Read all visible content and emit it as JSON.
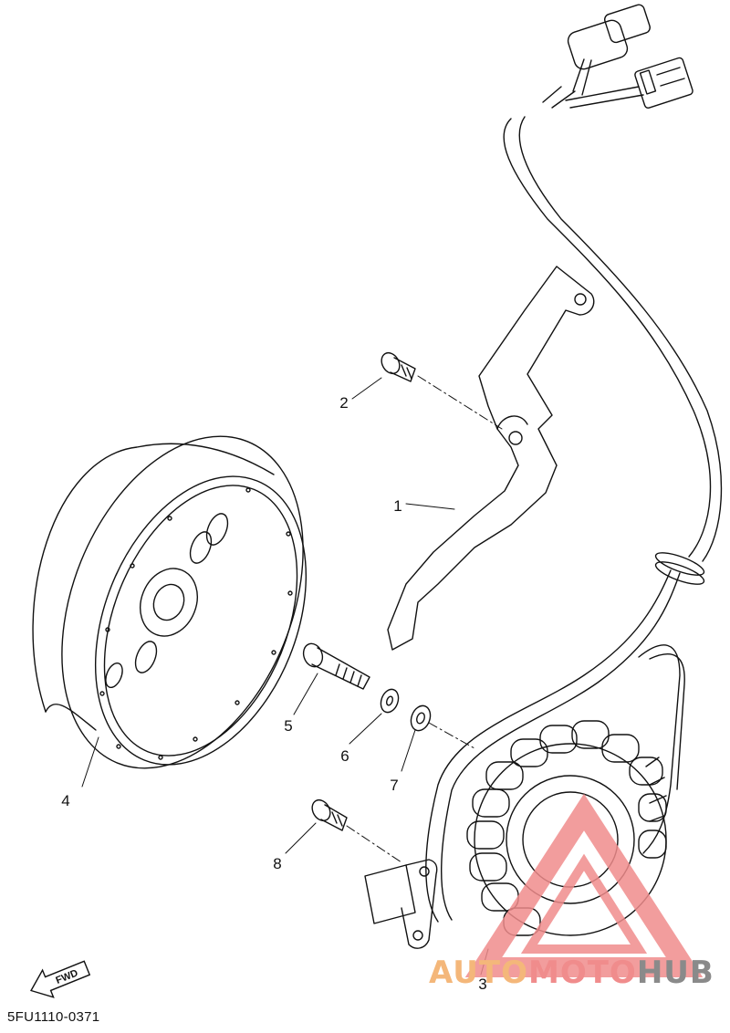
{
  "diagram": {
    "drawing_code": "5FU1110-0371",
    "fwd_label": "FWD",
    "callouts": [
      {
        "id": "1",
        "label": "1"
      },
      {
        "id": "2",
        "label": "2"
      },
      {
        "id": "3",
        "label": "3"
      },
      {
        "id": "4",
        "label": "4"
      },
      {
        "id": "5",
        "label": "5"
      },
      {
        "id": "6",
        "label": "6"
      },
      {
        "id": "7",
        "label": "7"
      },
      {
        "id": "8",
        "label": "8"
      }
    ]
  },
  "watermark": {
    "part1": "AUTO",
    "part2": "MOTO",
    "part3": "HUB",
    "colors": {
      "auto": "#f4b77a",
      "moto": "#f08c8c",
      "hub": "#8a8a8a",
      "triangle": "#f08c8c"
    }
  }
}
